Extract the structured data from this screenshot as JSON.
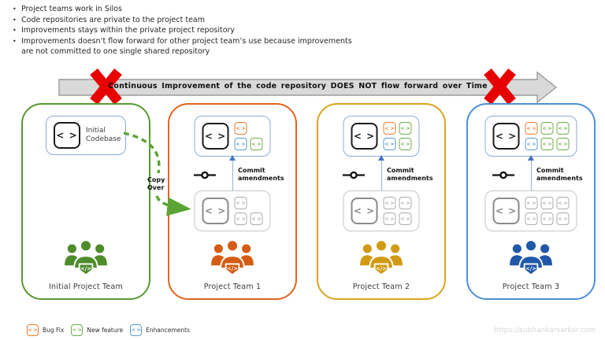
{
  "bullets": [
    "Project teams work  in Silos",
    "Code repositories are private to the project team",
    "Improvements stays within the private project repository",
    "Improvements doesn’t flow forward for other project team’s use because improvements are not committed to one single shared repository"
  ],
  "banner": {
    "text": "Continuous  Improvement  of the code repository  DOES NOT flow  forward over Time",
    "fill": "#d9d9d9",
    "border": "#9b9b9b",
    "red_x": "#e80000"
  },
  "labels": {
    "initial_codebase": "Initial Codebase",
    "copy_over": "Copy Over",
    "commit": "Commit amendments"
  },
  "icons": {
    "big_glyph": "< >",
    "small_glyph": "< >",
    "team_badge": "</>"
  },
  "panels": [
    {
      "name": "Initial Project Team",
      "border_color": "#579a30",
      "team_color": "#4e8c2c"
    },
    {
      "name": "Project Team 1",
      "border_color": "#e2641f",
      "team_color": "#d45d13",
      "top_icons": [
        [
          "bug",
          null
        ],
        [
          "enh",
          "feat"
        ]
      ],
      "bottom_icons": [
        [
          "plain",
          null
        ],
        [
          "plain",
          "plain"
        ]
      ]
    },
    {
      "name": "Project Team 2",
      "border_color": "#d9a521",
      "team_color": "#d09a12",
      "top_icons": [
        [
          "bug",
          "feat"
        ],
        [
          "enh",
          "feat"
        ]
      ],
      "bottom_icons": [
        [
          "plain",
          "plain"
        ],
        [
          "plain",
          "plain"
        ]
      ]
    },
    {
      "name": "Project Team 3",
      "border_color": "#4a90d9",
      "team_color": "#2158a8",
      "top_icons": [
        [
          "bug",
          "feat",
          "feat"
        ],
        [
          "enh",
          "feat",
          "feat"
        ]
      ],
      "bottom_icons": [
        [
          "plain",
          "plain",
          "plain"
        ],
        [
          "plain",
          "plain",
          "plain"
        ]
      ]
    }
  ],
  "colors": {
    "icon_types": {
      "bug": "#ed7d31",
      "feat": "#70ad47",
      "enh": "#5b9bd5",
      "plain": "#ababab"
    },
    "copy_arrow": "#5ba434",
    "connector_line": "#8fb3e0",
    "connector_arrow": "#4472c4"
  },
  "legend": [
    {
      "type": "bug",
      "label": "Bug Fix"
    },
    {
      "type": "feat",
      "label": "New feature"
    },
    {
      "type": "enh",
      "label": "Enhancements"
    }
  ],
  "watermark": {
    "text": "https://subhankarsarkar.com"
  }
}
